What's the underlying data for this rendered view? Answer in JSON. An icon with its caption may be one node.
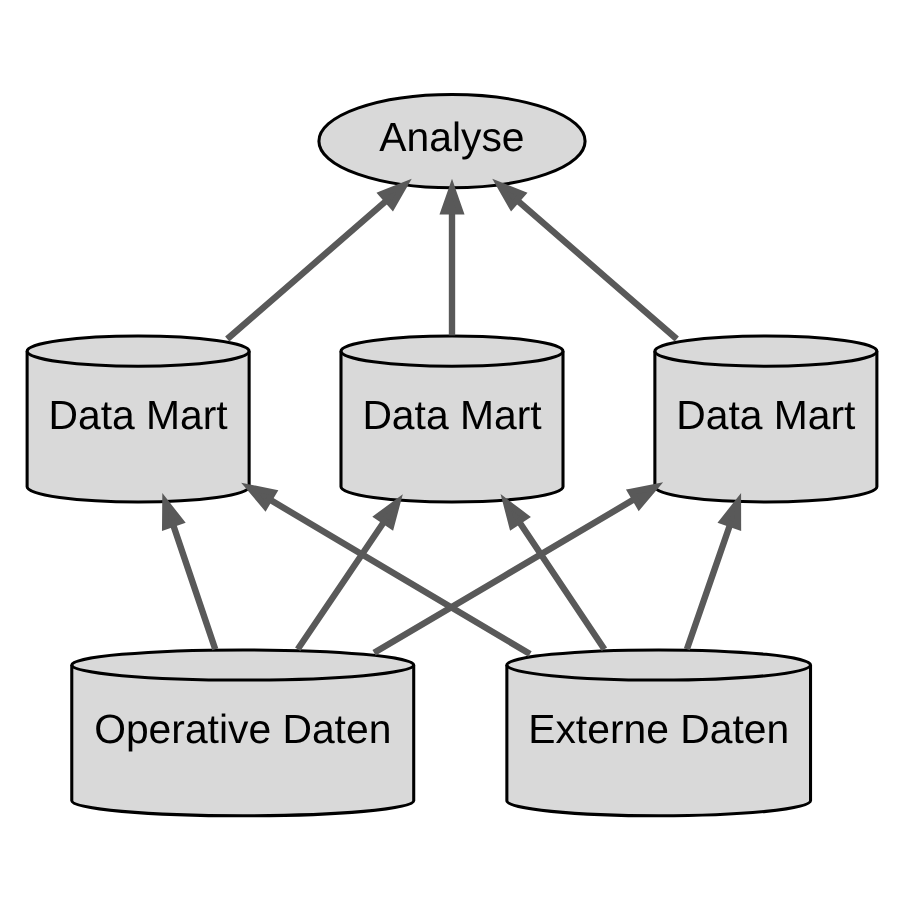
{
  "diagram": {
    "nodes": [
      {
        "text": [
          "Analyse"
        ]
      },
      {
        "text": [
          "Data Mart"
        ]
      },
      {
        "text": [
          "Data Mart"
        ]
      },
      {
        "text": [
          "Data Mart"
        ]
      },
      {
        "text": [
          "Operative Daten"
        ]
      },
      {
        "text": [
          "Externe Daten"
        ]
      }
    ],
    "edges": [
      {
        "from": 1,
        "to": 0,
        "arrow": "to"
      },
      {
        "from": 2,
        "to": 0,
        "arrow": "to"
      },
      {
        "from": 3,
        "to": 0,
        "arrow": "to"
      },
      {
        "from": 4,
        "to": 1,
        "arrow": "to"
      },
      {
        "from": 4,
        "to": 2,
        "arrow": "to"
      },
      {
        "from": 4,
        "to": 3,
        "arrow": "to"
      },
      {
        "from": 5,
        "to": 1,
        "arrow": "to"
      },
      {
        "from": 5,
        "to": 2,
        "arrow": "to"
      },
      {
        "from": 5,
        "to": 3,
        "arrow": "to"
      }
    ]
  }
}
